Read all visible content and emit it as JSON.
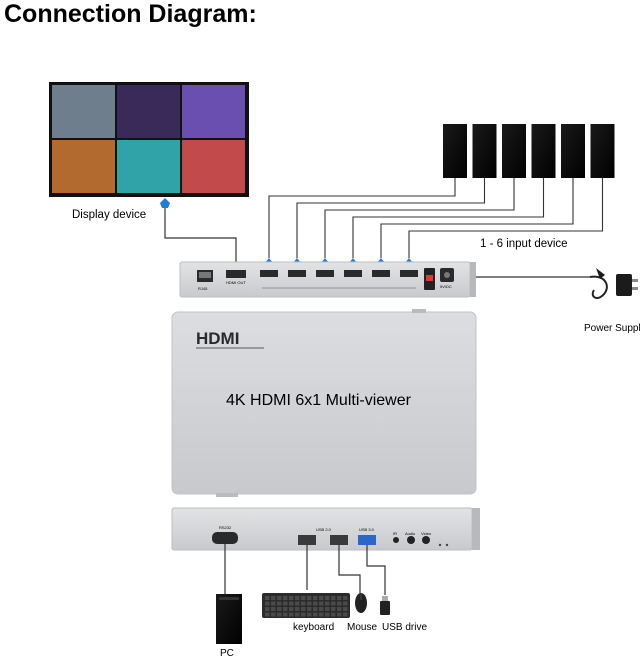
{
  "title": "Connection Diagram:",
  "labels": {
    "display_device": "Display device",
    "input_device": "1 - 6 input device",
    "power_supply": "Power Supply",
    "device_name": "4K HDMI 6x1 Multi-viewer",
    "hdmi_logo": "HDMI",
    "keyboard": "keyboard",
    "mouse": "Mouse",
    "usb_drive": "USB drive",
    "pc": "PC",
    "port_rs232": "RS232",
    "port_usb20": "USB 2.0",
    "port_usb30": "USB 3.0",
    "port_audio": "Audio",
    "port_video": "Video",
    "port_ir": "IR",
    "port_hdmi_out": "HDMI OUT",
    "port_dc": "5V/DC",
    "port_rj45": "RJ45"
  },
  "screen_tile_colors": [
    "#6f7e8c",
    "#3a2a5a",
    "#6a4fb0",
    "#b36a2e",
    "#2fa3a8",
    "#c24a4a"
  ],
  "input_device_count": 6,
  "colors": {
    "cable": "#333333",
    "chassis": "#d3d4d6",
    "chassis_dark": "#b8b9bc",
    "port": "#2a2a2a",
    "connector_blue": "#1e7fd8"
  }
}
